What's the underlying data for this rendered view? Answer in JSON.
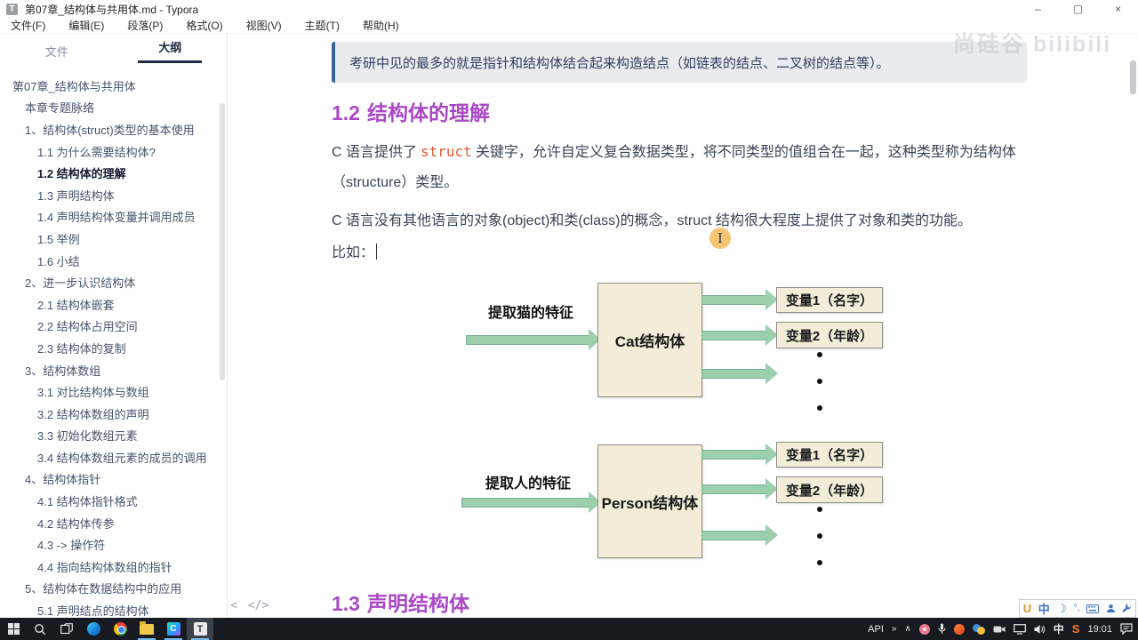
{
  "window": {
    "app_icon": "T",
    "title": "第07章_结构体与共用体.md - Typora",
    "controls": {
      "minimize": "–",
      "maximize": "▢",
      "close": "×"
    }
  },
  "menu": {
    "items": [
      "文件(F)",
      "编辑(E)",
      "段落(P)",
      "格式(O)",
      "视图(V)",
      "主题(T)",
      "帮助(H)"
    ]
  },
  "sidebar": {
    "tabs": [
      {
        "label": "文件",
        "active": false
      },
      {
        "label": "大纲",
        "active": true
      }
    ],
    "outline": [
      {
        "label": "第07章_结构体与共用体",
        "level": 1,
        "active": false
      },
      {
        "label": "本章专题脉络",
        "level": 2,
        "active": false
      },
      {
        "label": "1、结构体(struct)类型的基本使用",
        "level": 2,
        "active": false
      },
      {
        "label": "1.1 为什么需要结构体?",
        "level": 3,
        "active": false
      },
      {
        "label": "1.2 结构体的理解",
        "level": 3,
        "active": true
      },
      {
        "label": "1.3 声明结构体",
        "level": 3,
        "active": false
      },
      {
        "label": "1.4 声明结构体变量并调用成员",
        "level": 3,
        "active": false
      },
      {
        "label": "1.5 举例",
        "level": 3,
        "active": false
      },
      {
        "label": "1.6 小结",
        "level": 3,
        "active": false
      },
      {
        "label": "2、进一步认识结构体",
        "level": 2,
        "active": false
      },
      {
        "label": "2.1 结构体嵌套",
        "level": 3,
        "active": false
      },
      {
        "label": "2.2 结构体占用空间",
        "level": 3,
        "active": false
      },
      {
        "label": "2.3 结构体的复制",
        "level": 3,
        "active": false
      },
      {
        "label": "3、结构体数组",
        "level": 2,
        "active": false
      },
      {
        "label": "3.1 对比结构体与数组",
        "level": 3,
        "active": false
      },
      {
        "label": "3.2 结构体数组的声明",
        "level": 3,
        "active": false
      },
      {
        "label": "3.3 初始化数组元素",
        "level": 3,
        "active": false
      },
      {
        "label": "3.4 结构体数组元素的成员的调用",
        "level": 3,
        "active": false
      },
      {
        "label": "4、结构体指针",
        "level": 2,
        "active": false
      },
      {
        "label": "4.1 结构体指针格式",
        "level": 3,
        "active": false
      },
      {
        "label": "4.2 结构体传参",
        "level": 3,
        "active": false
      },
      {
        "label": "4.3 -> 操作符",
        "level": 3,
        "active": false
      },
      {
        "label": "4.4 指向结构体数组的指针",
        "level": 3,
        "active": false
      },
      {
        "label": "5、结构体在数据结构中的应用",
        "level": 2,
        "active": false
      },
      {
        "label": "5.1 声明结点的结构体",
        "level": 3,
        "active": false
      }
    ]
  },
  "content": {
    "quote": "考研中见的最多的就是指针和结构体结合起来构造结点（如链表的结点、二叉树的结点等）。",
    "heading12": {
      "number": "1.2",
      "title": "结构体的理解"
    },
    "p1": {
      "before": "C 语言提供了",
      "code": "struct",
      "after": "关键字，允许自定义复合数据类型，将不同类型的值组合在一起，这种类型称为结构体（structure）类型。"
    },
    "p2": "C 语言没有其他语言的对象(object)和类(class)的概念，struct 结构很大程度上提供了对象和类的功能。",
    "p3": "比如：",
    "heading13": {
      "number": "1.3",
      "title": "声明结构体"
    },
    "view_buttons": {
      "sidebar_toggle": "<",
      "source_mode": "</>"
    },
    "watermark": "尚硅谷  bilibili"
  },
  "diagram": {
    "groups": [
      {
        "label": "提取猫的特征",
        "box": "Cat结构体",
        "vars": [
          "变量1（名字）",
          "变量2（年龄）"
        ]
      },
      {
        "label": "提取人的特征",
        "box": "Person结构体",
        "vars": [
          "变量1（名字）",
          "变量2（年龄）"
        ]
      }
    ]
  },
  "colors": {
    "heading_purple": "#a94ac4",
    "inline_code_orange": "#dd5a32",
    "quote_accent_blue": "#35639a",
    "arrow_green": "#9bcfae",
    "diagram_box_beige": "#f3ecd8",
    "taskbar_underline_blue": "#76b9ed"
  },
  "taskbar": {
    "clion_letter": "C",
    "typora_letter": "T"
  },
  "tray": {
    "toolbar_label": "API",
    "chevron": "»",
    "hidden_icons": "∧",
    "input_indicator": "中",
    "sogou_letter": "S",
    "time": "19:01"
  },
  "ime_bar": {
    "mode_u": "U",
    "mode_cn": "中",
    "moon": "☽",
    "punct": "°,"
  }
}
